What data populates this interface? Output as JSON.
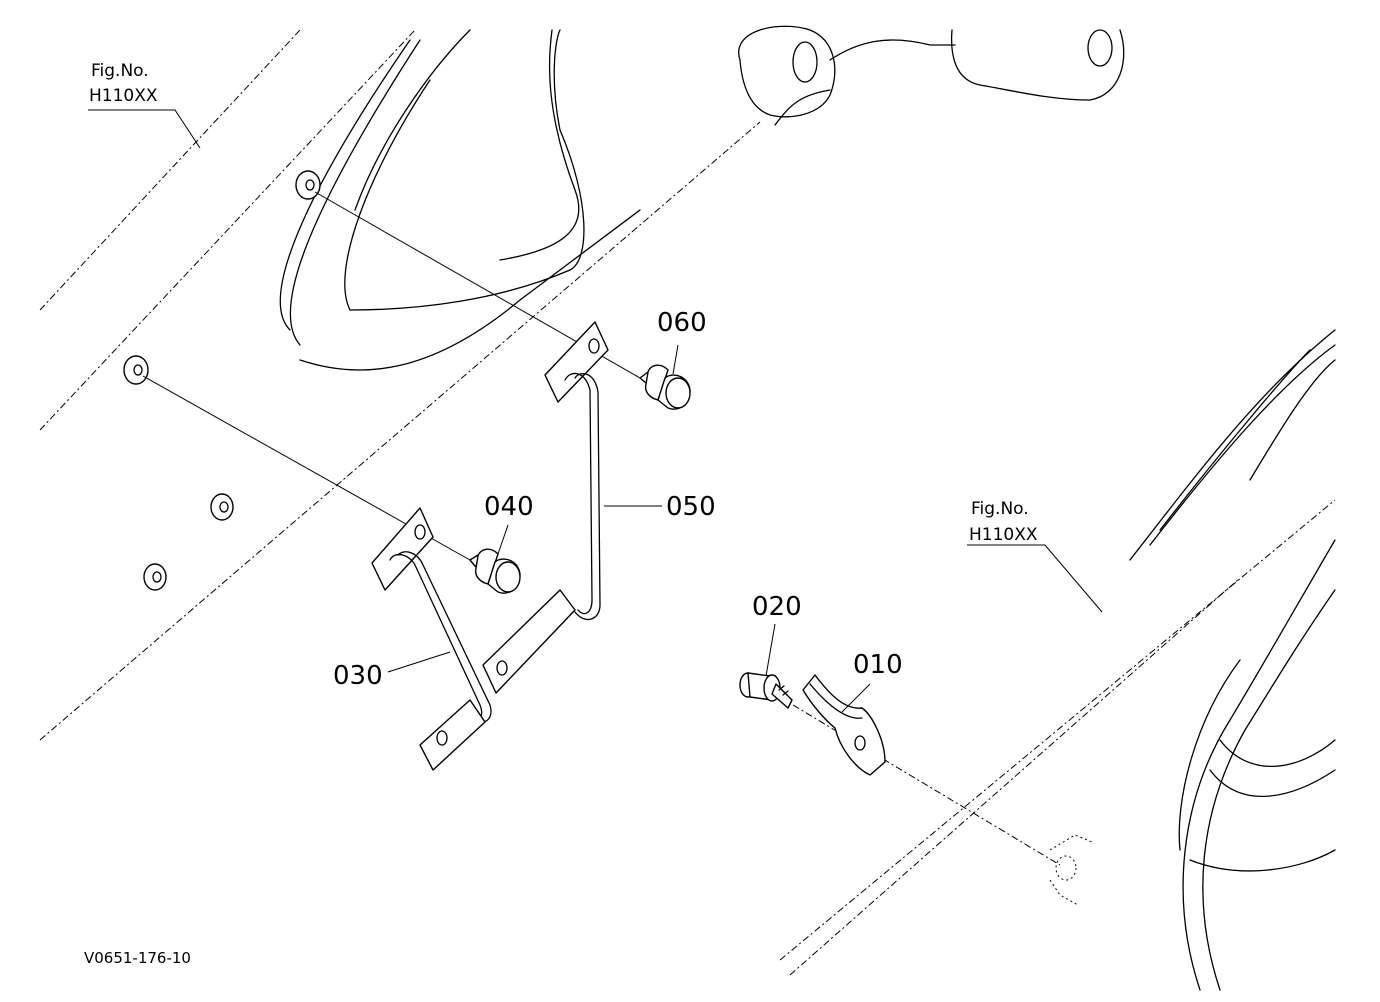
{
  "fig_refs": [
    {
      "line1": "Fig.No.",
      "line2": "H110XX"
    },
    {
      "line1": "Fig.No.",
      "line2": "H110XX"
    }
  ],
  "callouts": {
    "p010": "010",
    "p020": "020",
    "p030": "030",
    "p040": "040",
    "p050": "050",
    "p060": "060"
  },
  "drawing_code": "V0651-176-10"
}
